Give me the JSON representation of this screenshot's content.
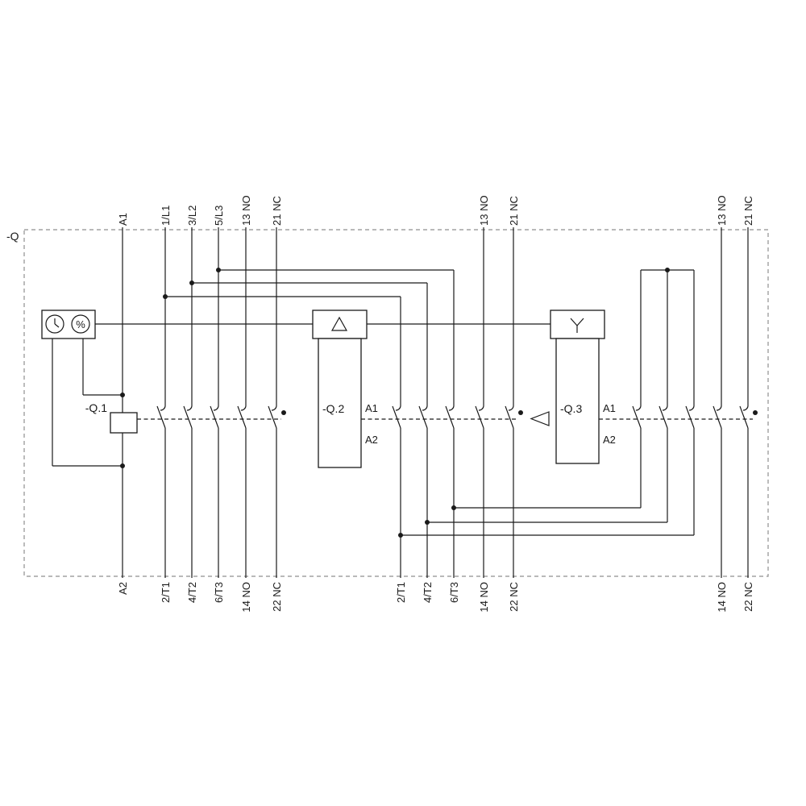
{
  "frame": {
    "label": "-Q"
  },
  "top_labels": [
    "A1",
    "1/L1",
    "3/L2",
    "5/L3",
    "13 NO",
    "21 NC",
    "13 NO",
    "21 NC",
    "13 NO",
    "21 NC"
  ],
  "bottom_labels": [
    "A2",
    "2/T1",
    "4/T2",
    "6/T3",
    "14 NO",
    "22 NC",
    "2/T1",
    "4/T2",
    "6/T3",
    "14 NO",
    "22 NC",
    "14 NO",
    "22 NC"
  ],
  "devices": {
    "q1": {
      "label": "-Q.1"
    },
    "q2": {
      "label": "-Q.2",
      "a1": "A1",
      "a2": "A2"
    },
    "q3": {
      "label": "-Q.3",
      "a1": "A1",
      "a2": "A2"
    },
    "timer": {
      "percent_label": "%"
    }
  },
  "icons": {
    "clock": "clock-icon",
    "percent": "percent-icon",
    "delta": "delta-icon",
    "star": "star-icon",
    "interlock": "interlock-triangle-icon"
  },
  "colors": {
    "line": "#1a1a1a",
    "frame_dash": "#8f8f8f",
    "background": "#ffffff"
  }
}
